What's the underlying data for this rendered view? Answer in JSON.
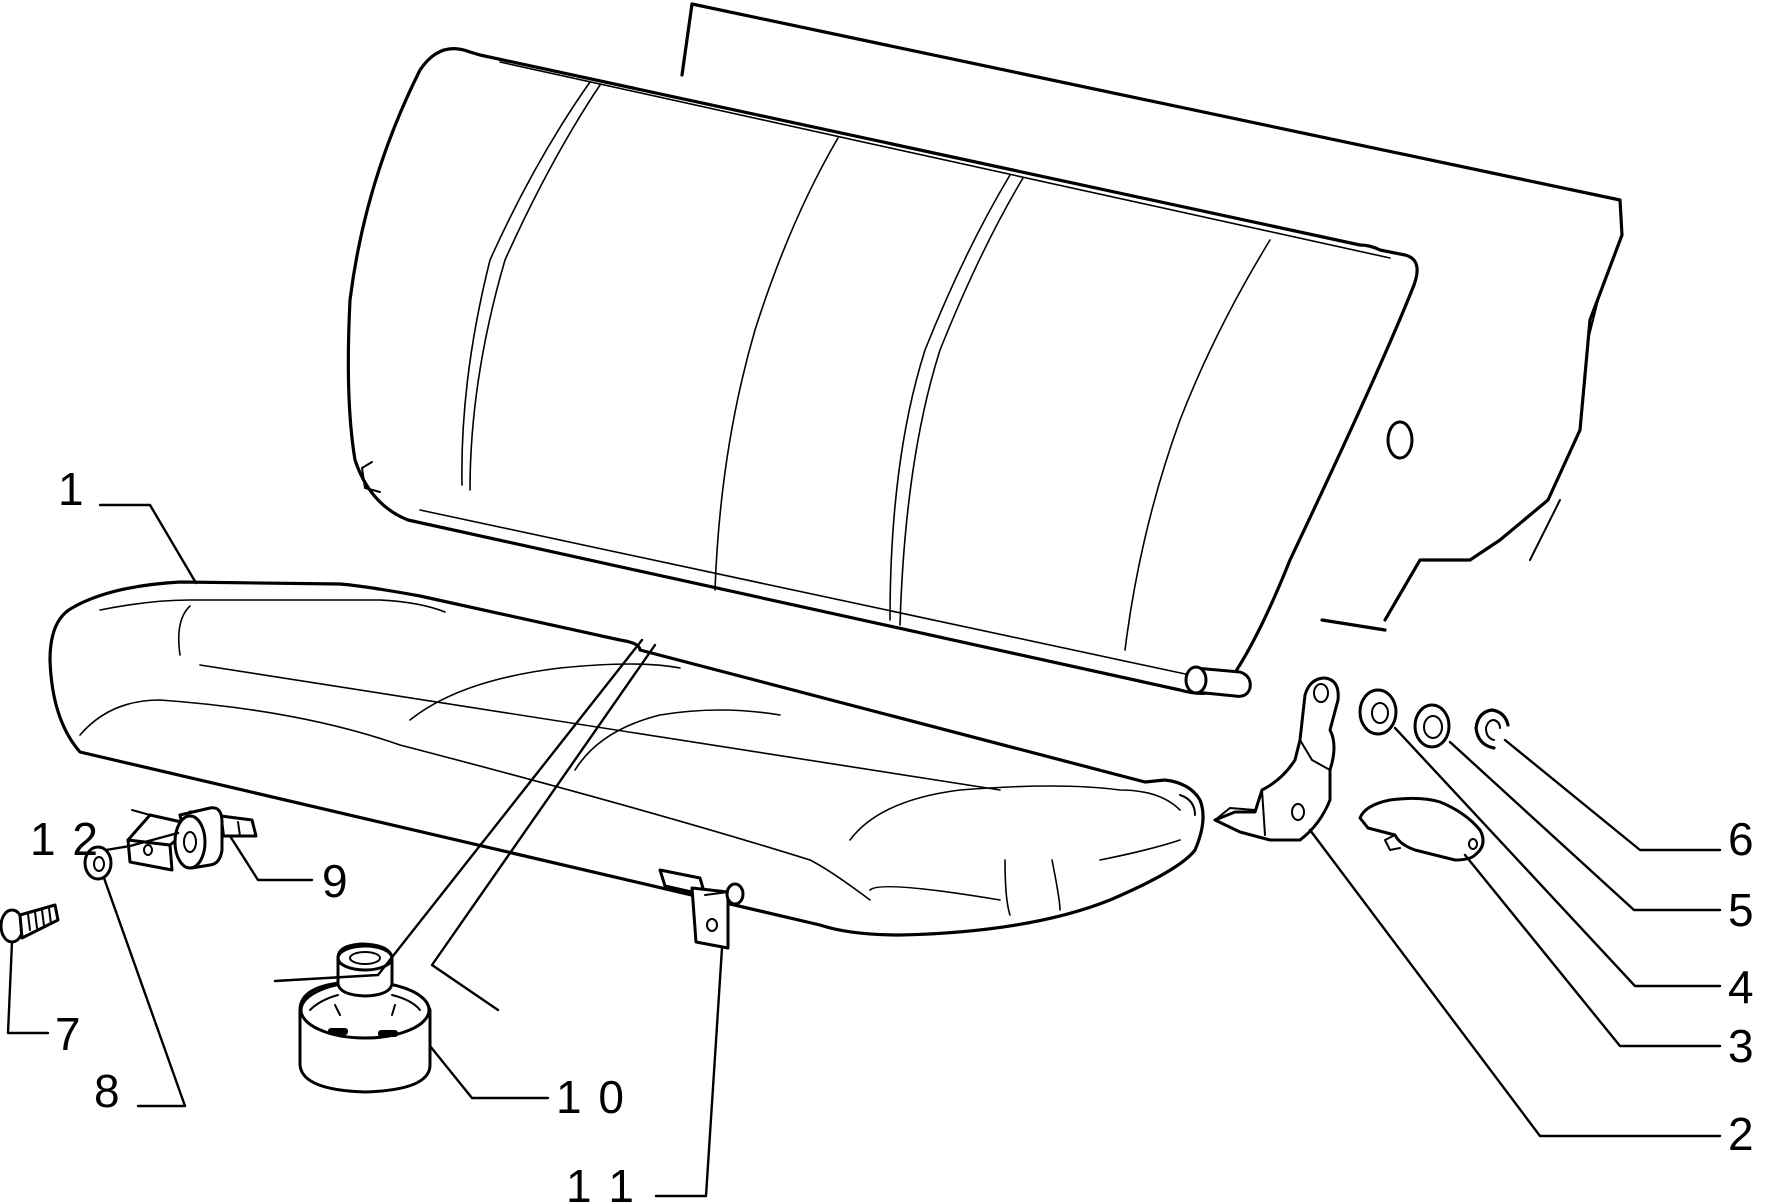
{
  "callouts": {
    "c1": "1",
    "c2": "2",
    "c3": "3",
    "c4": "4",
    "c5": "5",
    "c6": "6",
    "c7": "7",
    "c8": "8",
    "c9": "9",
    "c10": "1 0",
    "c11": "1 1",
    "c12": "1 2"
  }
}
